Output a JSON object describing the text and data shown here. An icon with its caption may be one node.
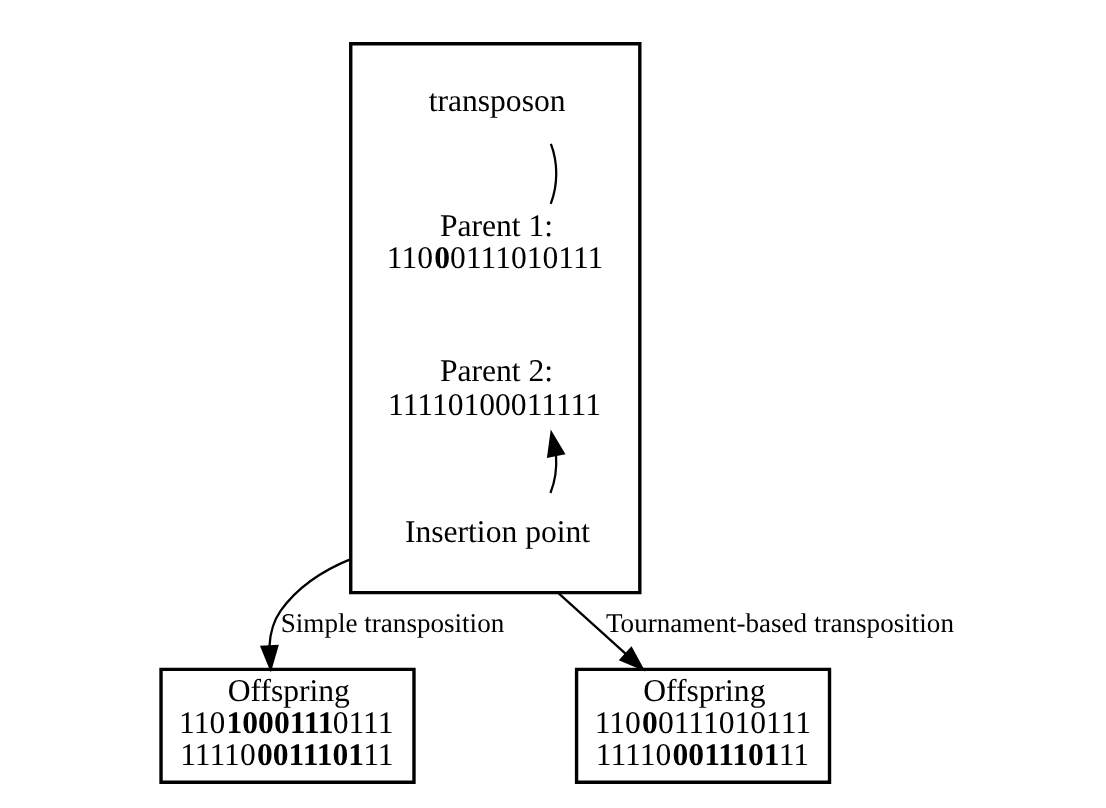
{
  "diagram": {
    "nodes": [
      {
        "text": [],
        "shape": "box"
      },
      {
        "text": [
          "transposon"
        ],
        "in": 0
      },
      {
        "text": [
          "Parent 1:",
          "110**0**0111010111"
        ],
        "in": 0
      },
      {
        "text": [
          "Parent 2:",
          "11110100011111"
        ],
        "in": 0
      },
      {
        "text": [
          "Insertion point"
        ],
        "in": 0
      },
      {
        "text": [
          "Offspring",
          "110**1000111**0111",
          "11110**0011101**11"
        ]
      },
      {
        "text": [
          "Offspring",
          "110**0**0111010111",
          "11110**0011101**11"
        ]
      }
    ],
    "edges": [
      {
        "from": 1,
        "to": 2,
        "arrow": "none"
      },
      {
        "from": 4,
        "to": 3,
        "arrow": "to"
      },
      {
        "from": 0,
        "to": 5,
        "arrow": "to",
        "label": "Simple transposition"
      },
      {
        "from": 0,
        "to": 6,
        "arrow": "to",
        "label": "Tournament-based transposition"
      }
    ]
  }
}
